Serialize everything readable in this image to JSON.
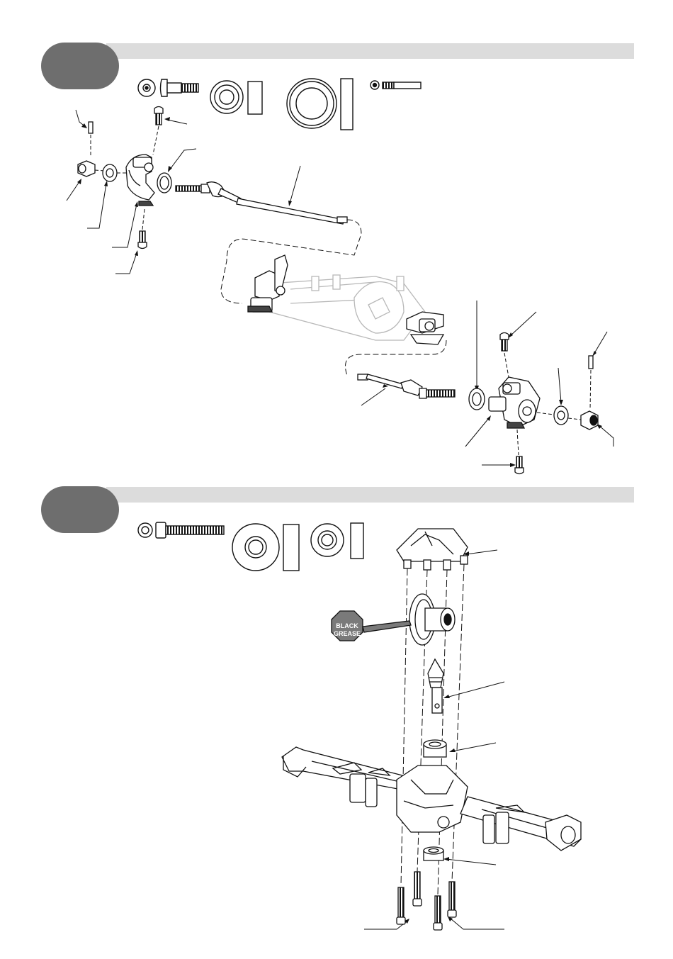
{
  "steps": [
    {
      "id": "step-1",
      "parts": [
        "flange-bushing",
        "shoulder-screw",
        "small-bearing",
        "large-bearing",
        "set-screw"
      ]
    },
    {
      "id": "step-2",
      "parts": [
        "washer",
        "cap-screw",
        "large-bearing",
        "medium-bearing"
      ],
      "callouts": {
        "grease": {
          "line1": "BLACK",
          "line2": "GREASE",
          "color": "#7a7a7a"
        }
      }
    }
  ],
  "colors": {
    "bar": "#dcdcdc",
    "badge": "#6e6e6e",
    "line": "#111111",
    "ghost": "#b8b8b8"
  }
}
